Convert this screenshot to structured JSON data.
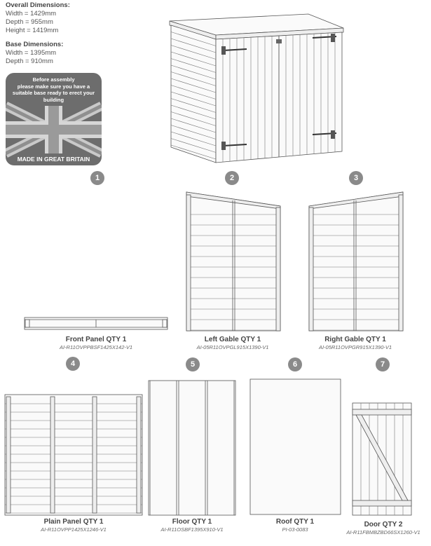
{
  "dimensions": {
    "overall_title": "Overall Dimensions:",
    "width": "Width = 1429mm",
    "depth": "Depth = 955mm",
    "height": "Height = 1419mm",
    "base_title": "Base Dimensions:",
    "base_width": "Width = 1395mm",
    "base_depth": "Depth = 910mm"
  },
  "badge": {
    "note_line1": "Before assembly",
    "note_line2": "please make sure you have a",
    "note_line3": "suitable base ready to erect your",
    "note_line4": "building",
    "made_in": "MADE IN GREAT BRITAIN"
  },
  "markers": [
    "1",
    "2",
    "3",
    "4",
    "5",
    "6",
    "7"
  ],
  "parts": [
    {
      "title": "Front Panel QTY 1",
      "code": "AI-R11OVPPBSF1425X142-V1"
    },
    {
      "title": "Left Gable QTY 1",
      "code": "AI-05R11OVPGL915X1390-V1"
    },
    {
      "title": "Right Gable QTY 1",
      "code": "AI-05R11OVPGR915X1390-V1"
    },
    {
      "title": "Plain Panel QTY 1",
      "code": "AI-R11OVPP1425X1246-V1"
    },
    {
      "title": "Floor QTY 1",
      "code": "AI-R11OSBF1395X910-V1"
    },
    {
      "title": "Roof QTY 1",
      "code": "PI-03-0083"
    },
    {
      "title": "Door QTY 2",
      "code": "AI-R11FBMBZBD66SX1260-V1"
    }
  ]
}
